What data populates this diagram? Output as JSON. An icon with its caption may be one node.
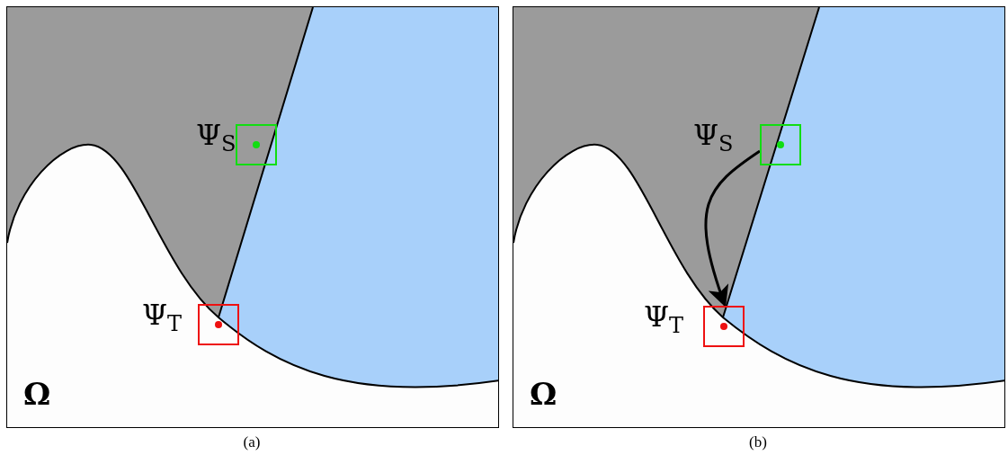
{
  "diagram": {
    "nodes": [
      {
        "text": [
          "Ω"
        ],
        "beside": [
          "(a)"
        ]
      },
      {
        "text": [
          "Ψ$_{S}$"
        ],
        "in": 0
      },
      {
        "text": [
          "Ψ$_{T}$"
        ],
        "in": 0
      },
      {
        "text": [
          "Ω"
        ],
        "beside": [
          "(b)"
        ]
      },
      {
        "text": [
          "Ψ$_{S}$"
        ],
        "in": 3
      },
      {
        "text": [
          "Ψ$_{T}$"
        ],
        "in": 3
      }
    ],
    "edges": [
      {
        "from": 4,
        "to": 5,
        "arrow": "to"
      }
    ]
  }
}
